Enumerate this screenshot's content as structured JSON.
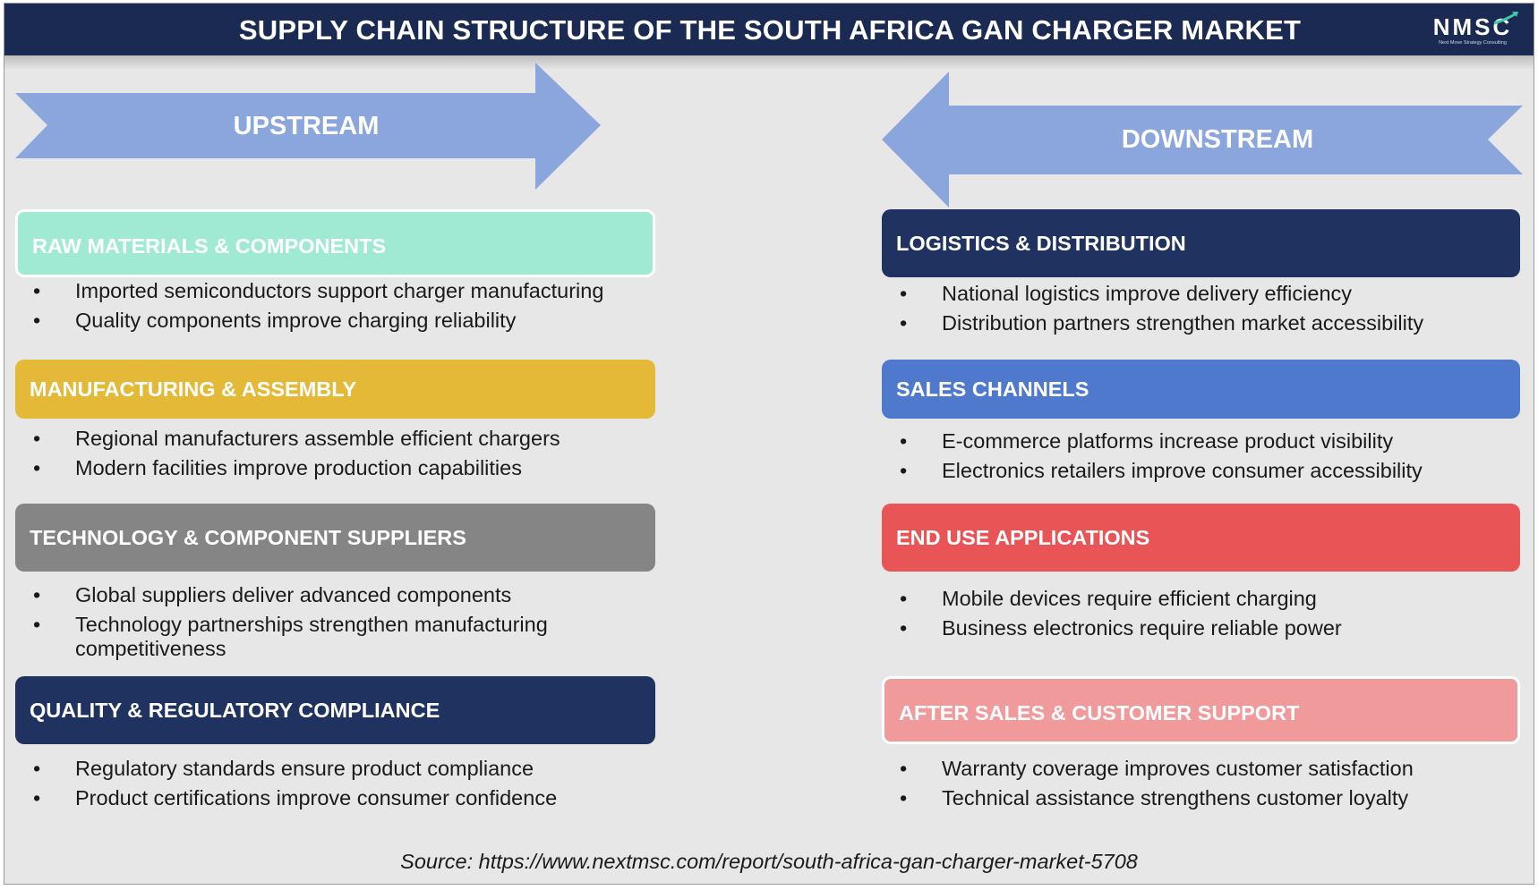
{
  "title": "SUPPLY CHAIN STRUCTURE OF THE SOUTH AFRICA GAN CHARGER MARKET",
  "logo": {
    "text": "NMSC",
    "tagline": "Next Move Strategy Consulting"
  },
  "colors": {
    "header": "#1b2a52",
    "arrow": "#8aa6dd",
    "mint": "#a0ead4",
    "gold": "#e3b937",
    "gray": "#858585",
    "navy": "#1f3260",
    "blue": "#4f79cc",
    "red": "#e95456",
    "pink": "#f09a9b"
  },
  "upstream": {
    "label": "UPSTREAM",
    "sections": [
      {
        "title": "RAW MATERIALS & COMPONENTS",
        "color": "mint",
        "bullets": [
          "Imported semiconductors support charger manufacturing",
          "Quality components improve charging reliability"
        ]
      },
      {
        "title": "MANUFACTURING & ASSEMBLY",
        "color": "gold",
        "bullets": [
          "Regional manufacturers assemble efficient chargers",
          "Modern facilities improve production capabilities"
        ]
      },
      {
        "title": "TECHNOLOGY & COMPONENT SUPPLIERS",
        "color": "gray",
        "bullets": [
          "Global suppliers deliver advanced components",
          "Technology partnerships strengthen manufacturing competitiveness"
        ]
      },
      {
        "title": "QUALITY & REGULATORY COMPLIANCE",
        "color": "navy",
        "bullets": [
          "Regulatory standards ensure product compliance",
          "Product certifications improve consumer confidence"
        ]
      }
    ]
  },
  "downstream": {
    "label": "DOWNSTREAM",
    "sections": [
      {
        "title": "LOGISTICS & DISTRIBUTION",
        "color": "navy",
        "bullets": [
          "National logistics improve delivery efficiency",
          "Distribution partners strengthen market accessibility"
        ]
      },
      {
        "title": "SALES CHANNELS",
        "color": "blue",
        "bullets": [
          "E-commerce platforms increase product visibility",
          "Electronics retailers improve consumer accessibility"
        ]
      },
      {
        "title": "END USE APPLICATIONS",
        "color": "red",
        "bullets": [
          "Mobile devices require efficient charging",
          "Business electronics require reliable power"
        ]
      },
      {
        "title": "AFTER SALES & CUSTOMER SUPPORT",
        "color": "pink",
        "bullets": [
          "Warranty coverage improves customer satisfaction",
          "Technical assistance strengthens customer loyalty"
        ]
      }
    ]
  },
  "source": "Source: https://www.nextmsc.com/report/south-africa-gan-charger-market-5708"
}
